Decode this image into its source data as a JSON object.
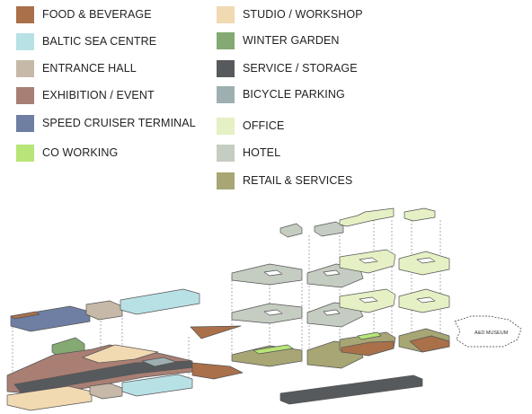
{
  "legend": {
    "left": [
      {
        "label": "FOOD & BEVERAGE",
        "color": "#a9704a"
      },
      {
        "label": "BALTIC SEA CENTRE",
        "color": "#b8e1e6"
      },
      {
        "label": "ENTRANCE HALL",
        "color": "#c7b9a8"
      },
      {
        "label": "EXHIBITION / EVENT",
        "color": "#a97f74"
      },
      {
        "label": "SPEED CRUISER TERMINAL",
        "color": "#6f7ea3"
      },
      {
        "label": "CO WORKING",
        "color": "#b7e578"
      }
    ],
    "right": [
      {
        "label": "STUDIO / WORKSHOP",
        "color": "#f1d9b2"
      },
      {
        "label": "WINTER GARDEN",
        "color": "#84a972"
      },
      {
        "label": "SERVICE / STORAGE",
        "color": "#575a5c"
      },
      {
        "label": "BICYCLE PARKING",
        "color": "#9eafb1"
      },
      {
        "label": "OFFICE",
        "color": "#e5f0c4"
      },
      {
        "label": "HOTEL",
        "color": "#c5ccc1"
      },
      {
        "label": "RETAIL & SERVICES",
        "color": "#a7a674"
      }
    ]
  },
  "diagram": {
    "museum_label": "A&D MUSEUM"
  }
}
